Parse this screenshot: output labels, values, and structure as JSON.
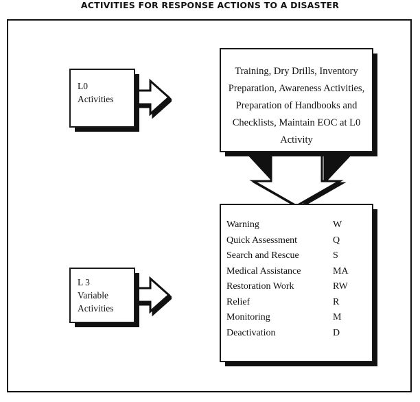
{
  "title": "ACTIVITIES FOR RESPONSE ACTIONS TO A DISASTER",
  "left_boxes": [
    {
      "name": "l0",
      "lines": [
        "L0",
        "Activities"
      ]
    },
    {
      "name": "l3",
      "lines": [
        "L 3",
        "Variable",
        "Activities"
      ]
    }
  ],
  "process_box": {
    "lines": [
      "Training, Dry Drills, Inventory",
      "Preparation, Awareness Activities,",
      "Preparation of Handbooks and",
      "Checklists, Maintain EOC at L0",
      "Activity"
    ]
  },
  "activities_box": {
    "rows": [
      {
        "label": "Warning",
        "abbr": "W"
      },
      {
        "label": "Quick Assessment",
        "abbr": "Q"
      },
      {
        "label": "Search and Rescue",
        "abbr": "S"
      },
      {
        "label": "Medical Assistance",
        "abbr": "MA"
      },
      {
        "label": "Restoration Work",
        "abbr": "RW"
      },
      {
        "label": "Relief",
        "abbr": "R"
      },
      {
        "label": "Monitoring",
        "abbr": "M"
      },
      {
        "label": "Deactivation",
        "abbr": "D"
      }
    ]
  },
  "colors": {
    "ink": "#111111",
    "paper": "#ffffff",
    "shadow": "#111111"
  }
}
